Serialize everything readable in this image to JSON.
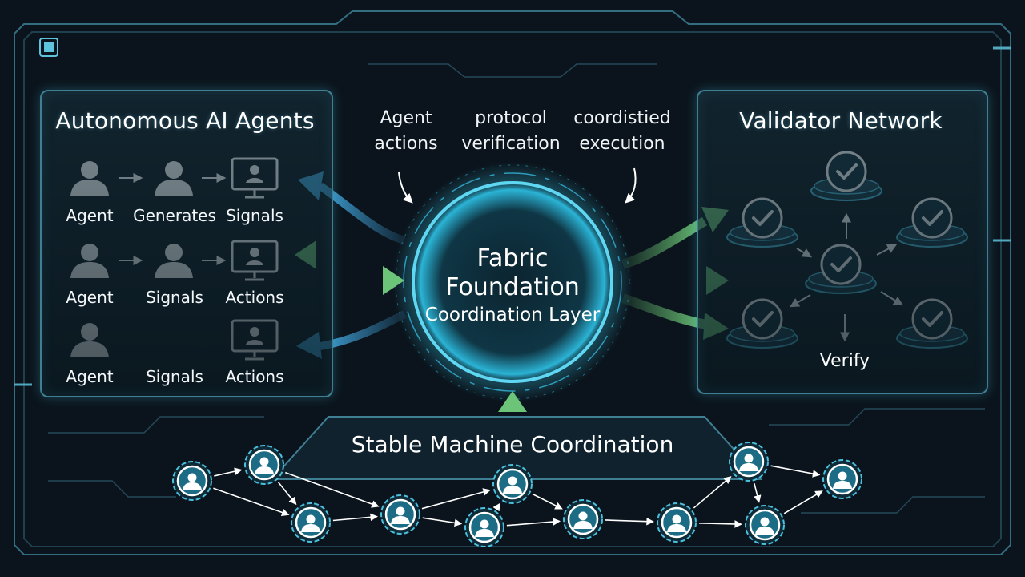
{
  "left_panel": {
    "title": "Autonomous AI Agents",
    "rows": [
      {
        "labels": [
          "Agent",
          "Generates",
          "Signals"
        ]
      },
      {
        "labels": [
          "Agent",
          "Signals",
          "Actions"
        ]
      },
      {
        "labels": [
          "Agent",
          "Signals",
          "Actions"
        ]
      }
    ]
  },
  "top_labels": [
    {
      "line1": "Agent",
      "line2": "actions"
    },
    {
      "line1": "protocol",
      "line2": "verification"
    },
    {
      "line1": "coordistied",
      "line2": "execution"
    }
  ],
  "center": {
    "line1": "Fabric",
    "line2": "Foundation",
    "line3": "Coordination Layer"
  },
  "right_panel": {
    "title": "Validator Network",
    "verify_label": "Verify"
  },
  "bottom": {
    "title": "Stable Machine Coordination"
  },
  "colors": {
    "background": "#0b141c",
    "panel_border": "#3f7f93",
    "blue_arrow": "#3a8fc4",
    "green_arrow": "#5fb36b",
    "core_glow": "#36c7e8",
    "node_fill": "#1c6c86"
  }
}
